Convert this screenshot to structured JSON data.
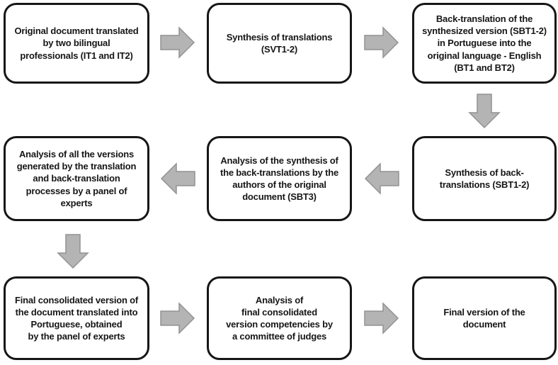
{
  "diagram": {
    "type": "flowchart",
    "steps": [
      {
        "id": 1,
        "grid": "row1-col1",
        "label": "Original document translated\nby two bilingual\nprofessionals (IT1 and IT2)"
      },
      {
        "id": 2,
        "grid": "row1-col2",
        "label": "Synthesis of translations\n(SVT1-2)"
      },
      {
        "id": 3,
        "grid": "row1-col3",
        "label": "Back-translation of the\nsynthesized version (SBT1-2)\nin Portuguese into the\noriginal language - English\n(BT1 and BT2)"
      },
      {
        "id": 4,
        "grid": "row2-col3",
        "label": "Synthesis of back-\ntranslations (SBT1-2)"
      },
      {
        "id": 5,
        "grid": "row2-col2",
        "label": "Analysis of the synthesis of\nthe back-translations by the\nauthors of the original\ndocument (SBT3)"
      },
      {
        "id": 6,
        "grid": "row2-col1",
        "label": "Analysis of all the versions\ngenerated by the translation\nand back-translation\nprocesses by a panel of\nexperts"
      },
      {
        "id": 7,
        "grid": "row3-col1",
        "label": "Final consolidated version of\nthe document translated into\nPortuguese, obtained\nby the panel of experts"
      },
      {
        "id": 8,
        "grid": "row3-col2",
        "label": "Analysis of\nfinal consolidated\nversion competencies by\na committee of judges"
      },
      {
        "id": 9,
        "grid": "row3-col3",
        "label": "Final version of the\ndocument"
      }
    ],
    "connections": [
      {
        "from": 1,
        "to": 2,
        "direction": "right"
      },
      {
        "from": 2,
        "to": 3,
        "direction": "right"
      },
      {
        "from": 3,
        "to": 4,
        "direction": "down"
      },
      {
        "from": 4,
        "to": 5,
        "direction": "left"
      },
      {
        "from": 5,
        "to": 6,
        "direction": "left"
      },
      {
        "from": 6,
        "to": 7,
        "direction": "down"
      },
      {
        "from": 7,
        "to": 8,
        "direction": "right"
      },
      {
        "from": 8,
        "to": 9,
        "direction": "right"
      }
    ],
    "colors": {
      "background": "#ffffff",
      "box_fill": "#ffffff",
      "box_border": "#161616",
      "text": "#161616",
      "arrow_fill": "#b4b4b4",
      "arrow_stroke": "#929292"
    }
  }
}
